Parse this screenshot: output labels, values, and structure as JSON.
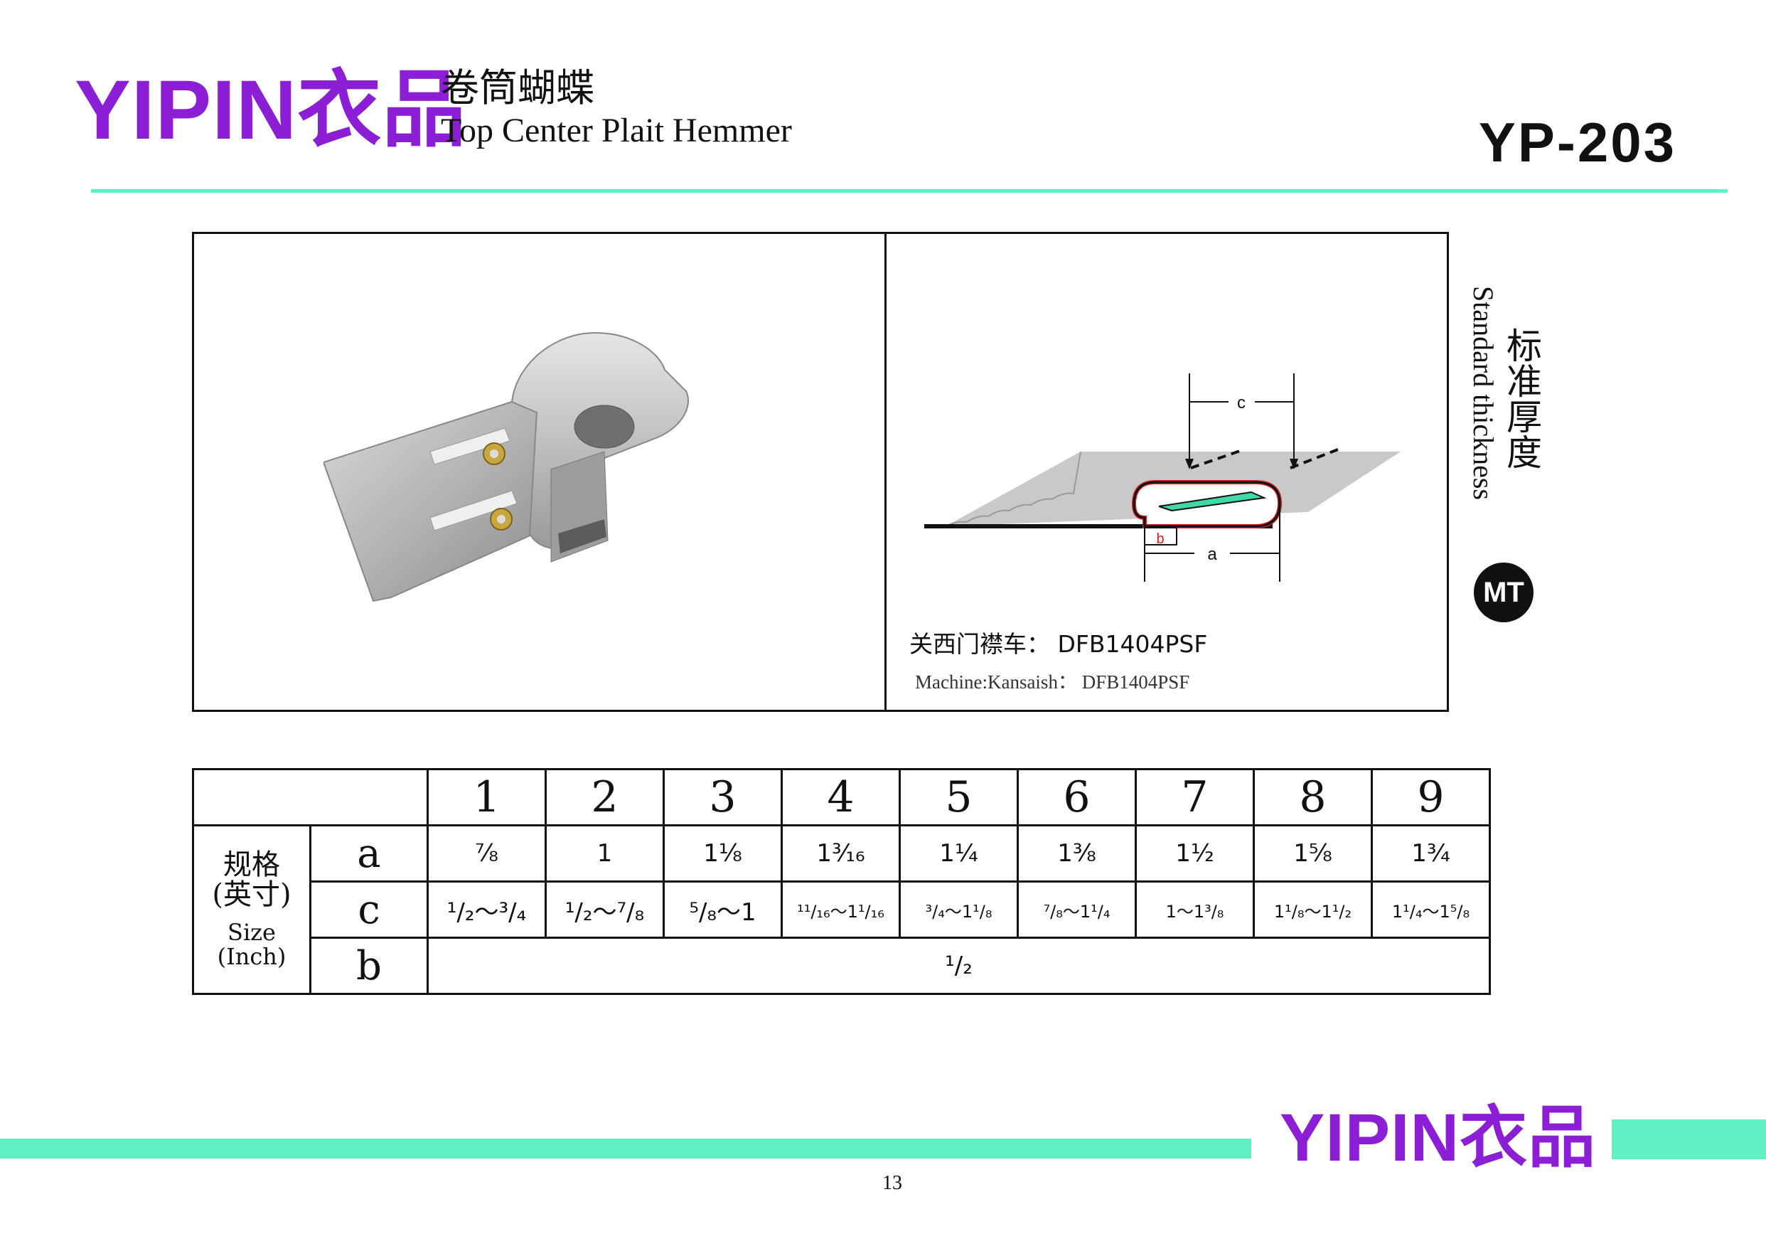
{
  "header": {
    "brand": "YIPIN衣品",
    "title_cn": "卷筒蝴蝶",
    "title_en": "Top Center Plait Hemmer",
    "model": "YP-203"
  },
  "figure": {
    "photo_icon": "plait-hemmer-attachment-photo",
    "diagram_labels": {
      "a": "a",
      "b": "b",
      "c": "c"
    },
    "machine_cn": "关西门襟车：  DFB1404PSF",
    "machine_en": "Machine:Kansaish：  DFB1404PSF"
  },
  "thickness": {
    "cn": "标准厚度",
    "en": "Standard thickness",
    "badge": "MT"
  },
  "size_table": {
    "header_cn": "规格\n(英寸)",
    "header_cn_1": "规格",
    "header_cn_2": "(英寸)",
    "header_en_1": "Size",
    "header_en_2": "(Inch)",
    "columns": [
      "1",
      "2",
      "3",
      "4",
      "5",
      "6",
      "7",
      "8",
      "9"
    ],
    "rows": [
      {
        "label": "a",
        "values": [
          "⅞",
          "1",
          "1⅛",
          "1³⁄₁₆",
          "1¼",
          "1⅜",
          "1½",
          "1⅝",
          "1¾"
        ]
      },
      {
        "label": "c",
        "values": [
          "¹/₂～³/₄",
          "¹/₂～⁷/₈",
          "⁵/₈～1",
          "¹¹/₁₆～1¹/₁₆",
          "³/₄～1¹/₈",
          "⁷/₈～1¹/₄",
          "1～1³/₈",
          "1¹/₈～1¹/₂",
          "1¹/₄～1⁵/₈"
        ]
      },
      {
        "label": "b",
        "value": "¹/₂"
      }
    ]
  },
  "footer": {
    "brand": "YIPIN衣品",
    "page_number": "13"
  },
  "colors": {
    "brand_purple": "#8c1fd6",
    "accent_mint": "#5ff0c4",
    "diagram_red": "#d42020",
    "diagram_fabric": "#c9c9c9",
    "diagram_teal": "#3fd8a8"
  }
}
